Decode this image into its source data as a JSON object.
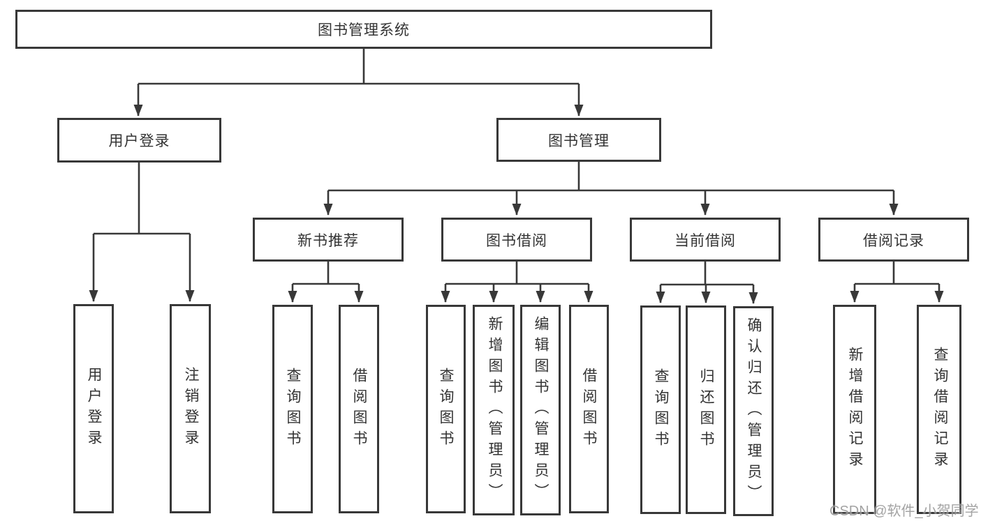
{
  "diagram": {
    "tree": {
      "label": "图书管理系统",
      "children": [
        {
          "label": "用户登录",
          "children": [
            {
              "label": "用户登录"
            },
            {
              "label": "注销登录"
            }
          ]
        },
        {
          "label": "图书管理",
          "children": [
            {
              "label": "新书推荐",
              "children": [
                {
                  "label": "查询图书"
                },
                {
                  "label": "借阅图书"
                }
              ]
            },
            {
              "label": "图书借阅",
              "children": [
                {
                  "label": "查询图书"
                },
                {
                  "label": "新增图书（管理员）"
                },
                {
                  "label": "编辑图书（管理员）"
                },
                {
                  "label": "借阅图书"
                }
              ]
            },
            {
              "label": "当前借阅",
              "children": [
                {
                  "label": "查询图书"
                },
                {
                  "label": "归还图书"
                },
                {
                  "label": "确认归还（管理员）"
                }
              ]
            },
            {
              "label": "借阅记录",
              "children": [
                {
                  "label": "新增借阅记录"
                },
                {
                  "label": "查询借阅记录"
                }
              ]
            }
          ]
        }
      ]
    },
    "colors": {
      "line": "#383838",
      "box_border": "#383838",
      "box_background": "#ffffff",
      "text": "#333333",
      "watermark": "#808080",
      "page_background": "#ffffff"
    }
  },
  "watermark": {
    "text": "CSDN @软件_小贺同学"
  }
}
